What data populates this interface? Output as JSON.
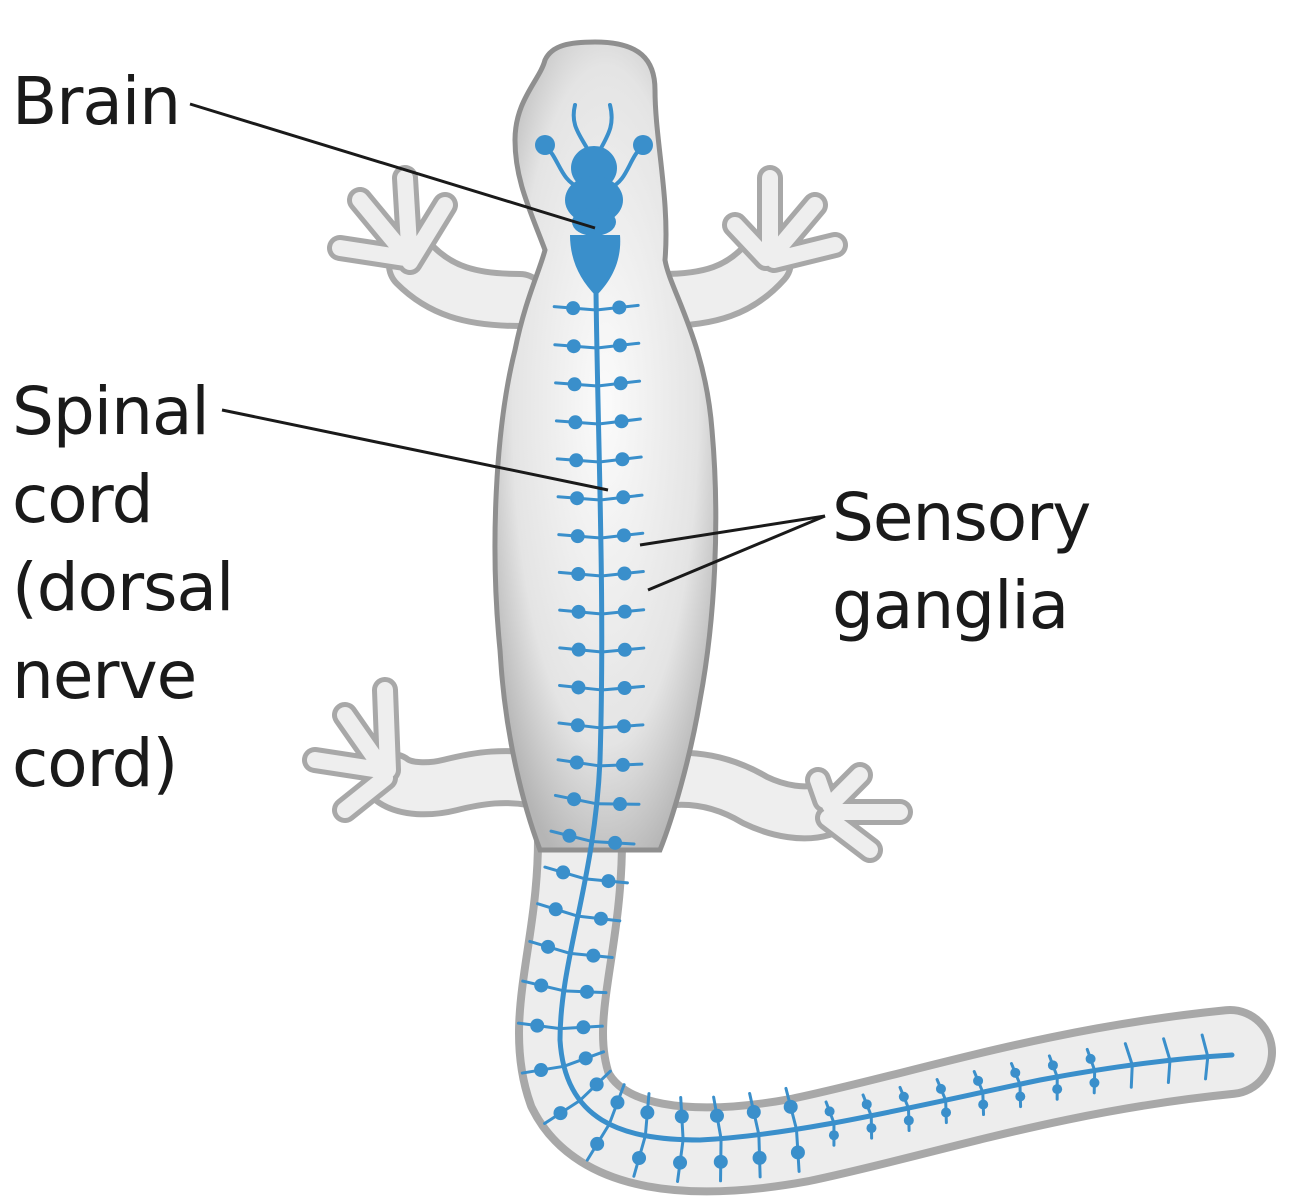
{
  "labels": {
    "brain": "Brain",
    "spinal_cord": [
      "Spinal",
      "cord",
      "(dorsal",
      "nerve",
      "cord)"
    ],
    "sensory_ganglia": [
      "Sensory",
      "ganglia"
    ]
  },
  "colors": {
    "nerve_blue": "#3a8fcb",
    "body_fill": "#e6e6e6",
    "body_shadow": "#9a9a9a",
    "leader_line": "#1a1a1a"
  }
}
